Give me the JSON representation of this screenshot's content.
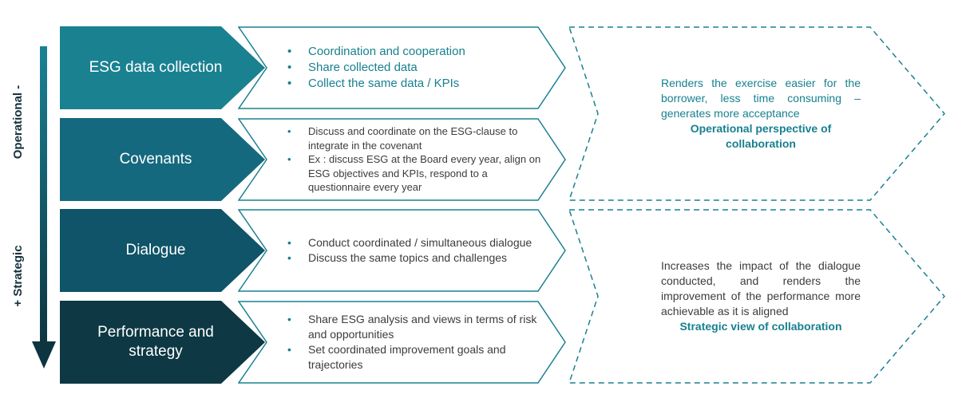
{
  "axis": {
    "top_label": "Operational -",
    "bottom_label": "+ Strategic"
  },
  "rows": [
    {
      "label": "ESG data collection",
      "bullets": [
        "Coordination and cooperation",
        "Share collected data",
        "Collect the same data / KPIs"
      ]
    },
    {
      "label": "Covenants",
      "bullets": [
        "Discuss and coordinate on the ESG-clause to integrate in the covenant",
        "Ex : discuss ESG at the Board every year, align on ESG objectives and KPIs, respond to a questionnaire every year"
      ]
    },
    {
      "label": "Dialogue",
      "bullets": [
        "Conduct coordinated / simultaneous dialogue",
        "Discuss the same topics and challenges"
      ]
    },
    {
      "label": "Performance and strategy",
      "bullets": [
        "Share ESG analysis and views in terms of risk and opportunities",
        "Set coordinated improvement goals and trajectories"
      ]
    }
  ],
  "callouts": [
    {
      "text": "Renders the exercise easier for the borrower, less time consuming – generates more acceptance",
      "emphasis": "Operational perspective of collaboration"
    },
    {
      "text": "Increases the impact of the dialogue conducted, and renders the improvement of the performance more achievable as it is aligned",
      "emphasis": "Strategic view of collaboration"
    }
  ],
  "colors": {
    "row1_fill": "#1a8191",
    "row2_fill": "#14697e",
    "row3_fill": "#0f5468",
    "row4_fill": "#0d3844",
    "outline_teal": "#1a8191",
    "teal_text": "#17808f",
    "dark_text": "#3c3c3c"
  }
}
